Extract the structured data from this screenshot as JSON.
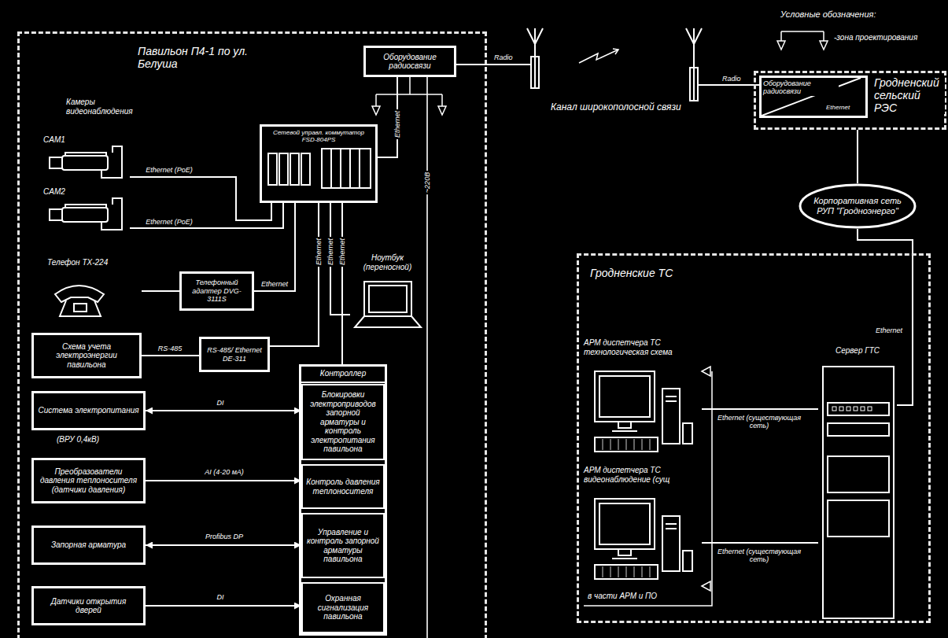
{
  "diagram": {
    "nodes": [
      {
        "text": [
          "Павильон П4-1 по ул. Белуша"
        ]
      },
      {
        "text": [
          "Оборудование радиосвязи"
        ],
        "in": 0
      },
      {
        "text": [
          "Сетевой управл. коммутатор FSD-804PS"
        ],
        "in": 0
      },
      {
        "text": [
          "CAM1"
        ],
        "in": 0
      },
      {
        "text": [
          "CAM2"
        ],
        "in": 0
      },
      {
        "text": [
          "Телефон TX-224"
        ],
        "in": 0
      },
      {
        "text": [
          "Телефонный адаптер DVG-3111S"
        ],
        "in": 0
      },
      {
        "text": [
          "Схема учета электроэнергии павильона"
        ],
        "in": 0
      },
      {
        "text": [
          "RS-485/ Ethernet DE-311"
        ],
        "in": 0
      },
      {
        "text": [
          "Ноутбук (переносной)"
        ],
        "in": 0
      },
      {
        "text": [
          "Контроллер"
        ],
        "in": 0
      },
      {
        "text": [
          "Блокировки электроприводов запорной арматуры и контроль электропитания павильона"
        ],
        "in": 10
      },
      {
        "text": [
          "Контроль давления теплоносителя"
        ],
        "in": 10
      },
      {
        "text": [
          "Управление и контроль запорной арматуры павильона"
        ],
        "in": 10
      },
      {
        "text": [
          "Охранная сигнализация павильона"
        ],
        "in": 10
      },
      {
        "text": [
          "Система электропитания"
        ],
        "in": 0
      },
      {
        "text": [
          "Преобразователи давления теплоносителя (датчики давления)"
        ],
        "in": 0
      },
      {
        "text": [
          "Запорная арматура"
        ],
        "in": 0
      },
      {
        "text": [
          "Датчики открытия дверей"
        ],
        "in": 0
      },
      {
        "text": [
          "Гродненский сельский РЭС"
        ]
      },
      {
        "text": [
          "Оборудование радиосвязи",
          "Ethernet"
        ],
        "in": 19
      },
      {
        "text": [
          "Корпоративная сеть РУП \"Гродноэнерго\""
        ]
      },
      {
        "text": [
          "Гродненские ТС"
        ]
      },
      {
        "text": [
          "АРМ диспетчера ТС технологическая схема"
        ],
        "in": 22
      },
      {
        "text": [
          "АРМ диспетчера ТС видеонаблюдение (сущ"
        ],
        "in": 22
      },
      {
        "text": [
          "Сервер ГТС"
        ],
        "in": 22
      }
    ],
    "edges": [
      {
        "from": 3,
        "to": 2,
        "label": "Ethernet (PoE)",
        "arrow": "none"
      },
      {
        "from": 4,
        "to": 2,
        "label": "Ethernet (PoE)",
        "arrow": "none"
      },
      {
        "from": 5,
        "to": 6,
        "arrow": "none"
      },
      {
        "from": 6,
        "to": 2,
        "label": "Ethernet",
        "arrow": "none"
      },
      {
        "from": 7,
        "to": 8,
        "label": "RS-485",
        "arrow": "none"
      },
      {
        "from": 8,
        "to": 2,
        "label": "Ethernet",
        "arrow": "none"
      },
      {
        "from": 9,
        "to": 2,
        "label": "Ethernet",
        "arrow": "none"
      },
      {
        "from": 10,
        "to": 2,
        "label": "Ethernet",
        "arrow": "none"
      },
      {
        "from": 2,
        "to": 1,
        "label": "Ethernet",
        "arrow": "none"
      },
      {
        "from": 15,
        "to": 11,
        "label": "DI",
        "arrow": "both"
      },
      {
        "from": 16,
        "to": 12,
        "label": "AI (4-20 мА)",
        "arrow": "to"
      },
      {
        "from": 17,
        "to": 13,
        "label": "Profibus DP",
        "arrow": "both"
      },
      {
        "from": 18,
        "to": 14,
        "label": "DI",
        "arrow": "to"
      },
      {
        "from": 19,
        "to": 21,
        "arrow": "none"
      },
      {
        "from": 21,
        "to": 25,
        "label": "Ethernet",
        "arrow": "none"
      },
      {
        "from": 23,
        "to": 25,
        "label": "Ethernet (существующая сеть)",
        "arrow": "none"
      },
      {
        "from": 24,
        "to": 25,
        "label": "Ethernet (существующая сеть)",
        "arrow": "none"
      }
    ],
    "labels": [
      "Камеры видеонаблюдения",
      "~220В",
      "Radio",
      "Канал широкополосной связи",
      "Radio",
      "(ВРУ 0,4кВ)",
      "в части АРМ и ПО",
      "Условные обозначения:"
    ],
    "legend": [
      {
        "text": "-зона проектирования"
      }
    ]
  }
}
